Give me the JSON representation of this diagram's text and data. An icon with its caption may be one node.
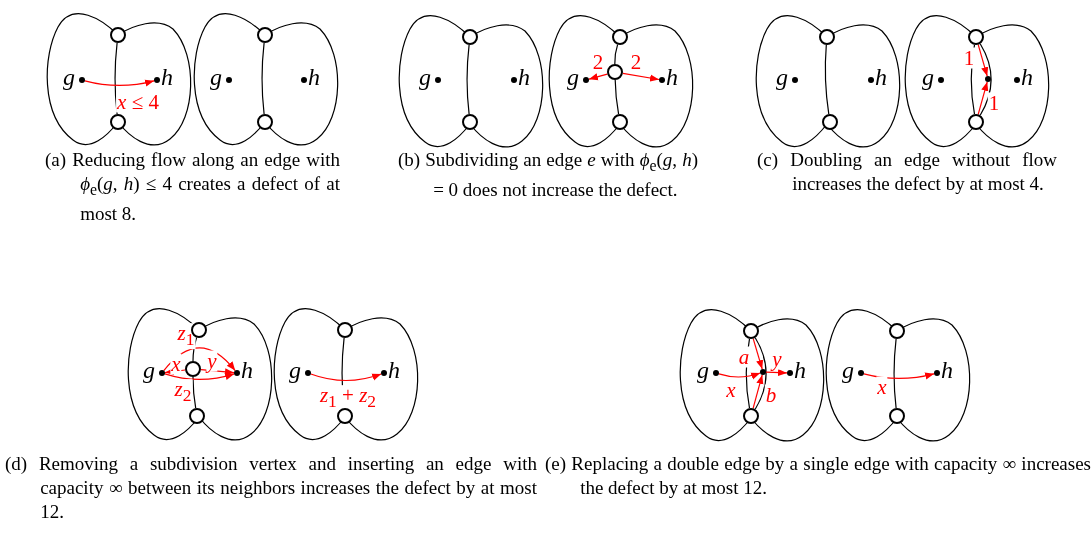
{
  "diagram": {
    "nodes": [
      {
        "text": [],
        "shape": "circle"
      },
      {
        "text": [],
        "shape": "circle"
      },
      {
        "text": [],
        "shape": "dot",
        "beside": [
          "g"
        ]
      },
      {
        "text": [],
        "shape": "dot",
        "beside": [
          "h"
        ]
      },
      {
        "text": [],
        "shape": "circle"
      },
      {
        "text": [],
        "shape": "circle"
      },
      {
        "text": [],
        "shape": "dot",
        "beside": [
          "g"
        ]
      },
      {
        "text": [],
        "shape": "dot",
        "beside": [
          "h"
        ]
      },
      {
        "text": [],
        "shape": "circle"
      },
      {
        "text": [],
        "shape": "circle"
      },
      {
        "text": [],
        "shape": "dot",
        "beside": [
          "g"
        ]
      },
      {
        "text": [],
        "shape": "dot",
        "beside": [
          "h"
        ]
      },
      {
        "text": [],
        "shape": "circle"
      },
      {
        "text": [],
        "shape": "circle"
      },
      {
        "text": [],
        "shape": "circle"
      },
      {
        "text": [],
        "shape": "dot",
        "beside": [
          "g"
        ]
      },
      {
        "text": [],
        "shape": "dot",
        "beside": [
          "h"
        ]
      },
      {
        "text": [],
        "shape": "circle"
      },
      {
        "text": [],
        "shape": "circle"
      },
      {
        "text": [],
        "shape": "dot",
        "beside": [
          "g"
        ]
      },
      {
        "text": [],
        "shape": "dot",
        "beside": [
          "h"
        ]
      },
      {
        "text": [],
        "shape": "circle"
      },
      {
        "text": [],
        "shape": "dot"
      },
      {
        "text": [],
        "shape": "circle"
      },
      {
        "text": [],
        "shape": "dot",
        "beside": [
          "g"
        ]
      },
      {
        "text": [],
        "shape": "dot",
        "beside": [
          "h"
        ]
      },
      {
        "text": [],
        "shape": "circle"
      },
      {
        "text": [],
        "shape": "circle"
      },
      {
        "text": [],
        "shape": "circle"
      },
      {
        "text": [],
        "shape": "dot",
        "beside": [
          "g"
        ]
      },
      {
        "text": [],
        "shape": "dot",
        "beside": [
          "h"
        ]
      },
      {
        "text": [],
        "shape": "circle"
      },
      {
        "text": [],
        "shape": "circle"
      },
      {
        "text": [],
        "shape": "dot",
        "beside": [
          "g"
        ]
      },
      {
        "text": [],
        "shape": "dot",
        "beside": [
          "h"
        ]
      },
      {
        "text": [],
        "shape": "circle"
      },
      {
        "text": [],
        "shape": "dot"
      },
      {
        "text": [],
        "shape": "circle"
      },
      {
        "text": [],
        "shape": "dot",
        "beside": [
          "g"
        ]
      },
      {
        "text": [],
        "shape": "dot",
        "beside": [
          "h"
        ]
      },
      {
        "text": [],
        "shape": "circle"
      },
      {
        "text": [],
        "shape": "circle"
      },
      {
        "text": [],
        "shape": "dot",
        "beside": [
          "g"
        ]
      },
      {
        "text": [],
        "shape": "dot",
        "beside": [
          "h"
        ]
      }
    ],
    "edges": [
      {
        "from": 0,
        "to": 1,
        "arrow": "none",
        "color": "#000000"
      },
      {
        "from": 2,
        "to": 3,
        "arrow": "to",
        "label": "*x* ≤ 4",
        "color": "#ff0000"
      },
      {
        "from": 4,
        "to": 5,
        "arrow": "none",
        "color": "#000000"
      },
      {
        "from": 8,
        "to": 9,
        "arrow": "none",
        "color": "#000000"
      },
      {
        "from": 12,
        "to": 13,
        "arrow": "none",
        "color": "#000000"
      },
      {
        "from": 13,
        "to": 14,
        "arrow": "none",
        "color": "#000000"
      },
      {
        "from": 13,
        "to": 15,
        "arrow": "to",
        "label": "2",
        "color": "#ff0000"
      },
      {
        "from": 13,
        "to": 16,
        "arrow": "to",
        "label": "2",
        "color": "#ff0000"
      },
      {
        "from": 17,
        "to": 18,
        "arrow": "none",
        "color": "#000000"
      },
      {
        "from": 21,
        "to": 23,
        "arrow": "none",
        "color": "#000000"
      },
      {
        "from": 21,
        "to": 23,
        "arrow": "none",
        "color": "#000000"
      },
      {
        "from": 21,
        "to": 22,
        "arrow": "to",
        "label": "1",
        "color": "#ff0000"
      },
      {
        "from": 23,
        "to": 22,
        "arrow": "to",
        "label": "1",
        "color": "#ff0000"
      },
      {
        "from": 26,
        "to": 27,
        "arrow": "none",
        "color": "#000000"
      },
      {
        "from": 27,
        "to": 28,
        "arrow": "none",
        "color": "#000000"
      },
      {
        "from": 27,
        "to": 29,
        "arrow": "to",
        "label": "*x*",
        "color": "#ff0000"
      },
      {
        "from": 27,
        "to": 30,
        "arrow": "to",
        "label": "*y*",
        "color": "#ff0000"
      },
      {
        "from": 29,
        "to": 30,
        "arrow": "to",
        "label": "*z*$_{1}$",
        "color": "#ff0000"
      },
      {
        "from": 29,
        "to": 30,
        "arrow": "to",
        "label": "*z*$_{2}$",
        "color": "#ff0000"
      },
      {
        "from": 31,
        "to": 32,
        "arrow": "none",
        "color": "#000000"
      },
      {
        "from": 33,
        "to": 34,
        "arrow": "to",
        "label": "*z*$_{1}$ + *z*$_{2}$",
        "color": "#ff0000"
      },
      {
        "from": 35,
        "to": 37,
        "arrow": "none",
        "color": "#000000"
      },
      {
        "from": 35,
        "to": 37,
        "arrow": "none",
        "color": "#000000"
      },
      {
        "from": 35,
        "to": 36,
        "arrow": "to",
        "label": "*a*",
        "color": "#ff0000"
      },
      {
        "from": 37,
        "to": 36,
        "arrow": "to",
        "label": "*b*",
        "color": "#ff0000"
      },
      {
        "from": 36,
        "to": 39,
        "arrow": "to",
        "label": "*y*",
        "color": "#ff0000"
      },
      {
        "from": 38,
        "to": 36,
        "arrow": "to",
        "label": "*x*",
        "color": "#ff0000"
      },
      {
        "from": 40,
        "to": 41,
        "arrow": "none",
        "color": "#000000"
      },
      {
        "from": 42,
        "to": 43,
        "arrow": "to",
        "label": "*x*",
        "color": "#ff0000"
      }
    ],
    "labels": [
      "(a) Reducing flow along an edge with *ϕ*$_{e}$(*g*, *h*) ≤ 4 creates a defect of at most 8.",
      "(b) Subdividing an edge *e* with *ϕ*$_{e}$(*g*, *h*) = 0 does not increase the defect.",
      "(c) Doubling an edge without flow increases the defect by at most 4.",
      "(d) Removing a subdivision vertex and inserting an edge with capacity ∞ between its neighbors increases the defect by at most 12.",
      "(e) Replacing a double edge by a single edge with capacity ∞ increases the defect by at most 12."
    ]
  }
}
